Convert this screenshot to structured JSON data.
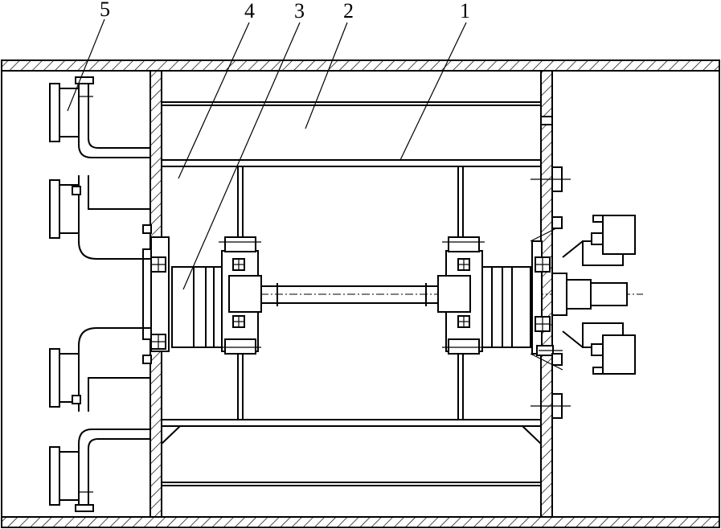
{
  "callouts": [
    {
      "id": "1",
      "label": "1"
    },
    {
      "id": "2",
      "label": "2"
    },
    {
      "id": "3",
      "label": "3"
    },
    {
      "id": "4",
      "label": "4"
    },
    {
      "id": "5",
      "label": "5"
    }
  ],
  "line_color": "#000000",
  "background_color": "#ffffff"
}
